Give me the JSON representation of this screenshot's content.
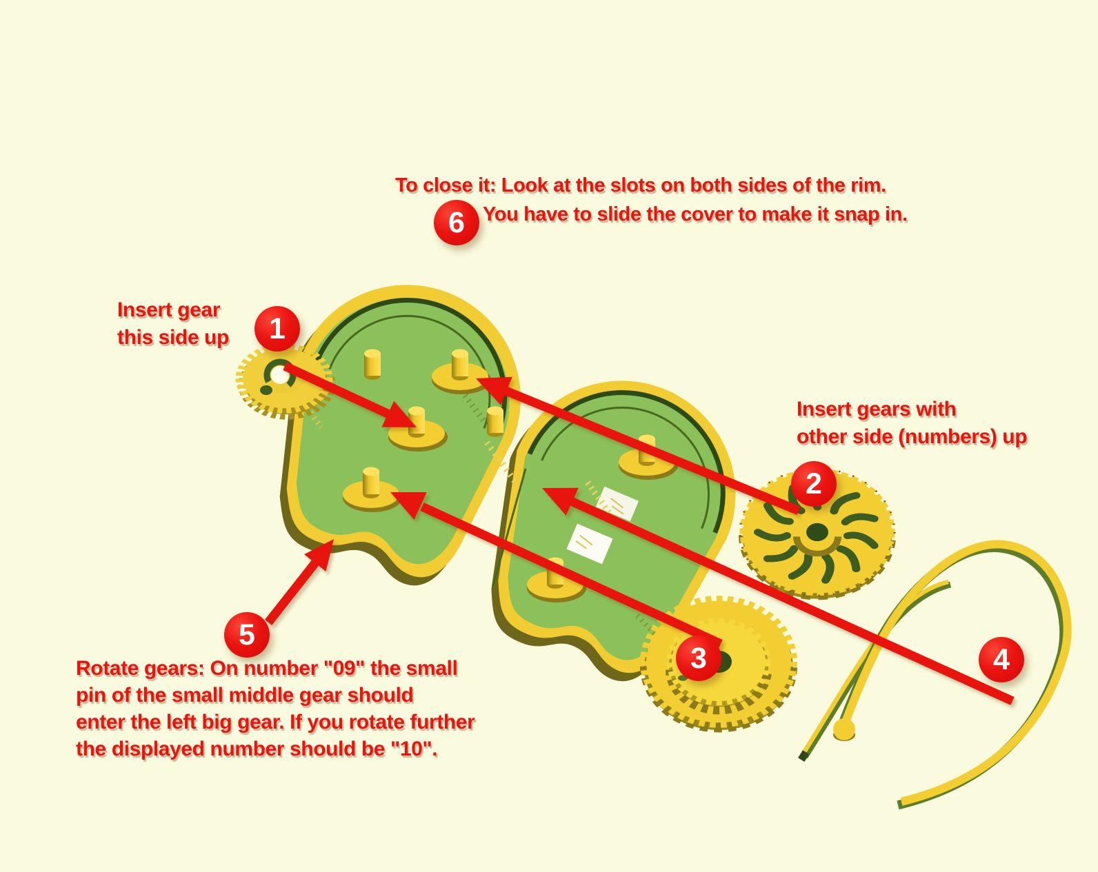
{
  "canvas": {
    "background": "#fafade"
  },
  "colors": {
    "accent_red": "#e8150e",
    "badge_red": "#ea1410",
    "plate_green": "#8cc05a",
    "groove_green": "#2d4a16",
    "part_yellow": "#f2ce33",
    "shadow_olive": "#8a7a1a",
    "slot_green": "#3d5c20",
    "background": "#fafade"
  },
  "steps": {
    "1": {
      "badge": "1",
      "lines": [
        "Insert gear",
        "this side up"
      ]
    },
    "2": {
      "badge": "2",
      "lines": [
        "Insert gears with",
        "other side (numbers) up"
      ]
    },
    "3": {
      "badge": "3"
    },
    "4": {
      "badge": "4"
    },
    "5": {
      "badge": "5",
      "lines": [
        "Rotate gears: On number \"09\" the small",
        "pin of the small middle gear should",
        "enter the left big gear. If you rotate further",
        "the displayed number should be \"10\"."
      ]
    },
    "6": {
      "badge": "6",
      "lines": [
        "To close it: Look at the slots on both sides of the rim.",
        "You have to slide the cover to make it snap in."
      ]
    }
  }
}
